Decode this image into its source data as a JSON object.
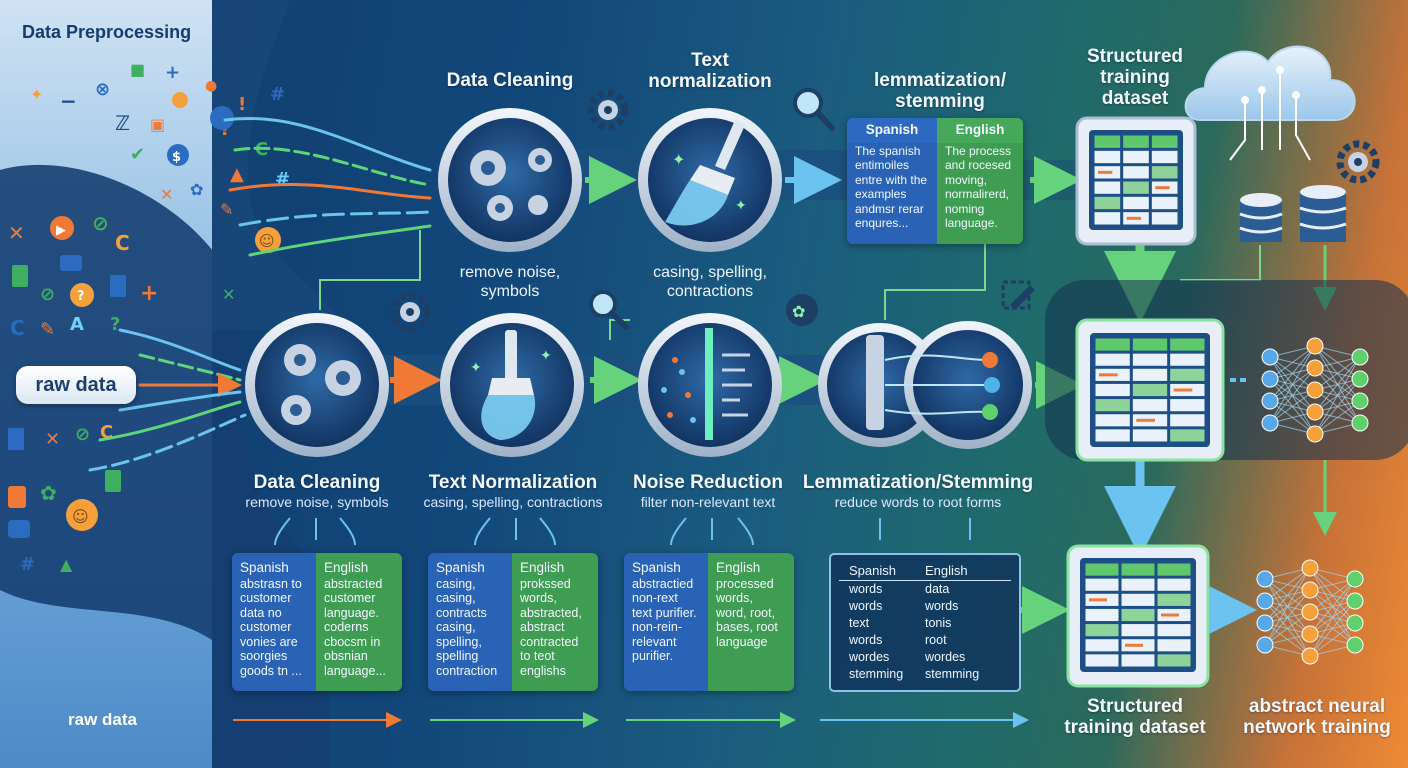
{
  "header": {
    "title": "Data Preprocessing"
  },
  "raw_data": {
    "pill_label": "raw data",
    "bottom_label": "raw data"
  },
  "top_row": {
    "data_cleaning": {
      "title": "Data Cleaning",
      "subtitle": "remove noise,\nsymbols"
    },
    "text_normalization": {
      "title": "Text\nnormalization",
      "subtitle": "casing, spelling,\ncontractions"
    },
    "lemmatization": {
      "title": "lemmatization/\nstemming"
    },
    "structured": {
      "title": "Structured\ntraining\ndataset"
    },
    "card": {
      "spanish_header": "Spanish",
      "english_header": "English",
      "spanish_text": "The spanish entimoiles entre with the examples andmsr rerar enqures...",
      "english_text": "The process and rocesed moving, normalirerd, noming language."
    }
  },
  "bottom_row": {
    "stages": [
      {
        "title": "Data Cleaning",
        "subtitle": "remove noise, symbols"
      },
      {
        "title": "Text Normalization",
        "subtitle": "casing, spelling, contractions"
      },
      {
        "title": "Noise Reduction",
        "subtitle": "filter non-relevant text"
      },
      {
        "title": "Lemmatization/Stemming",
        "subtitle": "reduce words to root forms"
      }
    ],
    "cards": [
      {
        "spanish_header": "Spanish",
        "spanish_text": "abstrasn to customer data no customer vonies are soorgies goods tn ...",
        "english_header": "English",
        "english_text": "abstracted customer language. coderns cbocsm in obsnian language..."
      },
      {
        "spanish_header": "Spanish",
        "spanish_text": "casing, casing, contracts casing, spelling, spelling contraction",
        "english_header": "English",
        "english_text": "prokssed words, abstracted, abstract contracted to teot englishs"
      },
      {
        "spanish_header": "Spanish",
        "spanish_text": "abstractied non-rext text purifier. non-rein-relevant purifier.",
        "english_header": "English",
        "english_text": "processed words, word, root, bases, root language"
      }
    ],
    "vocab_table": {
      "headers": [
        "Spanish",
        "English"
      ],
      "rows": [
        [
          "words",
          "data"
        ],
        [
          "words",
          "words"
        ],
        [
          "text",
          "tonis"
        ],
        [
          "words",
          "root"
        ],
        [
          "wordes",
          "wordes"
        ],
        [
          "stemming",
          "stemming"
        ]
      ]
    },
    "structured": {
      "title": "Structured\ntraining dataset"
    },
    "neural": {
      "title": "abstract neural\nnetwork training"
    }
  },
  "colors": {
    "background_dark": "#123a6b",
    "left_panel": "#6aa6d8",
    "orange_accent": "#ee8a35",
    "green_arrow": "#5fd47a",
    "blue_arrow": "#4fb3e8",
    "orange_arrow": "#f07a35",
    "neural_orange": "#f5a03b",
    "neural_blue": "#58a8e8",
    "neural_green": "#5fd06c"
  }
}
